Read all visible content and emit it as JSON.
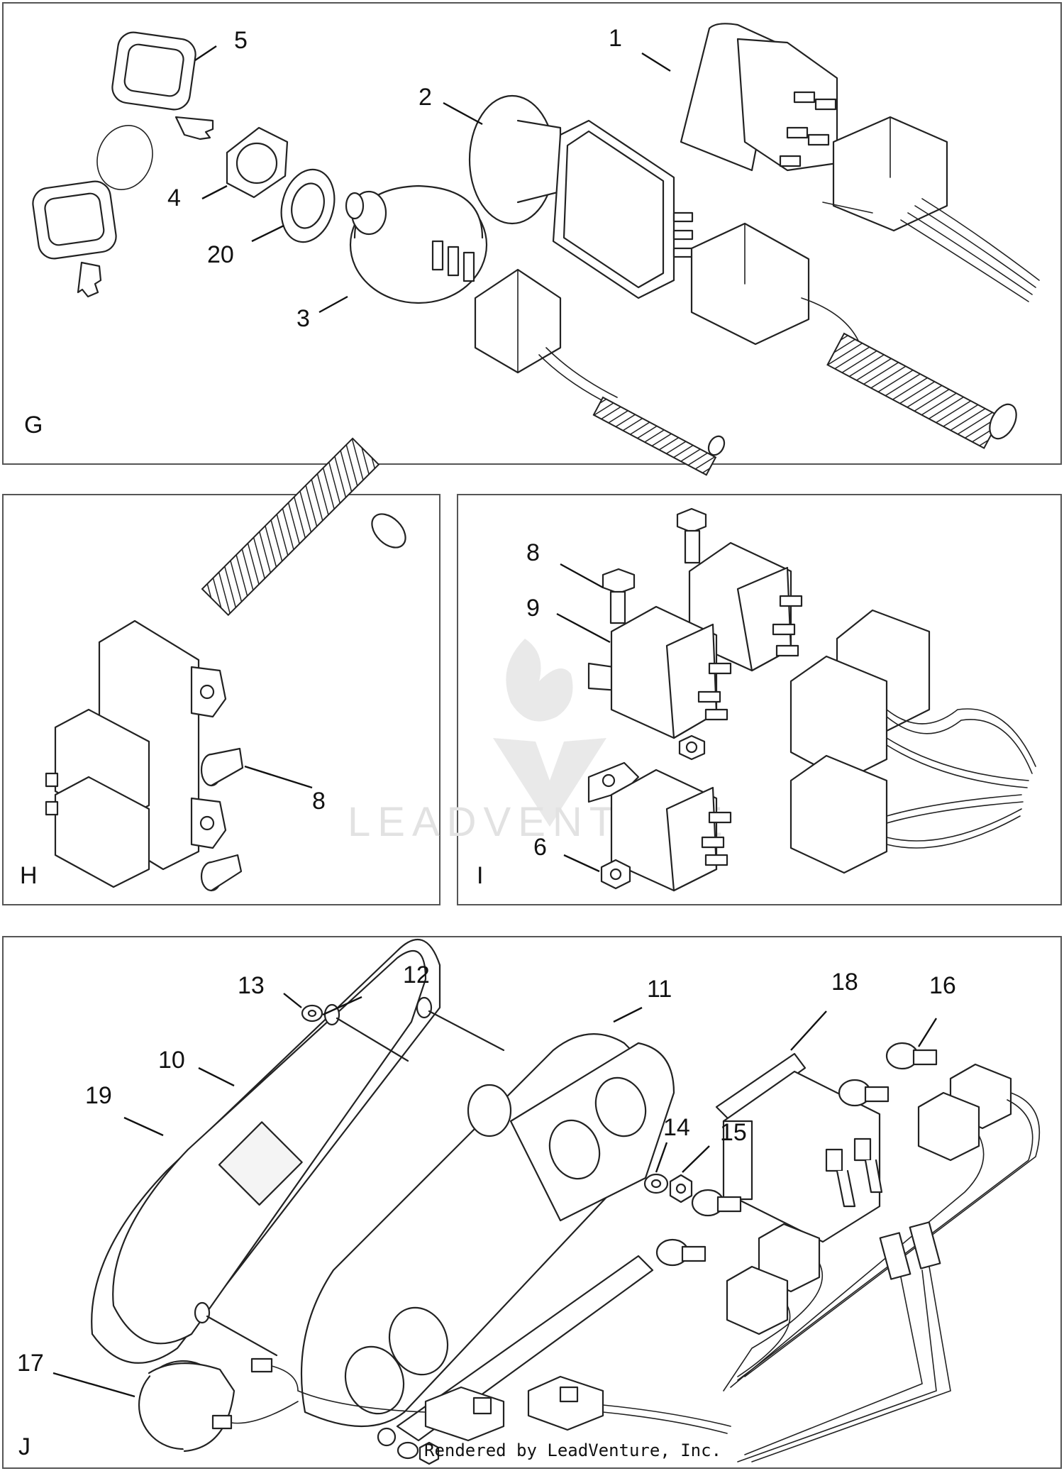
{
  "views": {
    "g": {
      "letter": "G"
    },
    "h": {
      "letter": "H"
    },
    "i": {
      "letter": "I"
    },
    "j": {
      "letter": "J"
    }
  },
  "callouts": {
    "g": [
      "5",
      "1",
      "2",
      "4",
      "20",
      "3"
    ],
    "h": [
      "8"
    ],
    "i": [
      "8",
      "9",
      "6"
    ],
    "j": [
      "13",
      "12",
      "11",
      "18",
      "16",
      "10",
      "19",
      "14",
      "15",
      "17"
    ]
  },
  "watermark": {
    "text": "LEADVENTURE"
  },
  "footer": {
    "credit": "Rendered by LeadVenture, Inc."
  }
}
